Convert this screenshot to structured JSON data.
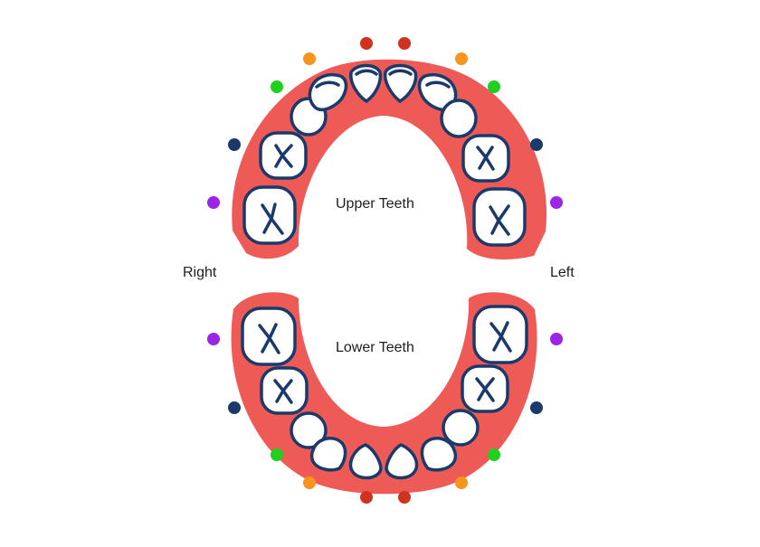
{
  "labels": {
    "upper": "Upper Teeth",
    "lower": "Lower Teeth",
    "right": "Right",
    "left": "Left"
  },
  "colors": {
    "gum": "#ee5a55",
    "tooth_fill": "#ffffff",
    "tooth_outline": "#1b3a6b",
    "incisor": "#d0321e",
    "lateral_incisor": "#f7941d",
    "canine": "#1fd01f",
    "first_molar": "#1b3a6b",
    "second_molar": "#9b26e8"
  },
  "tooth_types": [
    "incisor",
    "lateral_incisor",
    "canine",
    "first_molar",
    "second_molar"
  ],
  "arches": [
    {
      "id": "upper",
      "tooth_count": 10
    },
    {
      "id": "lower",
      "tooth_count": 10
    }
  ]
}
